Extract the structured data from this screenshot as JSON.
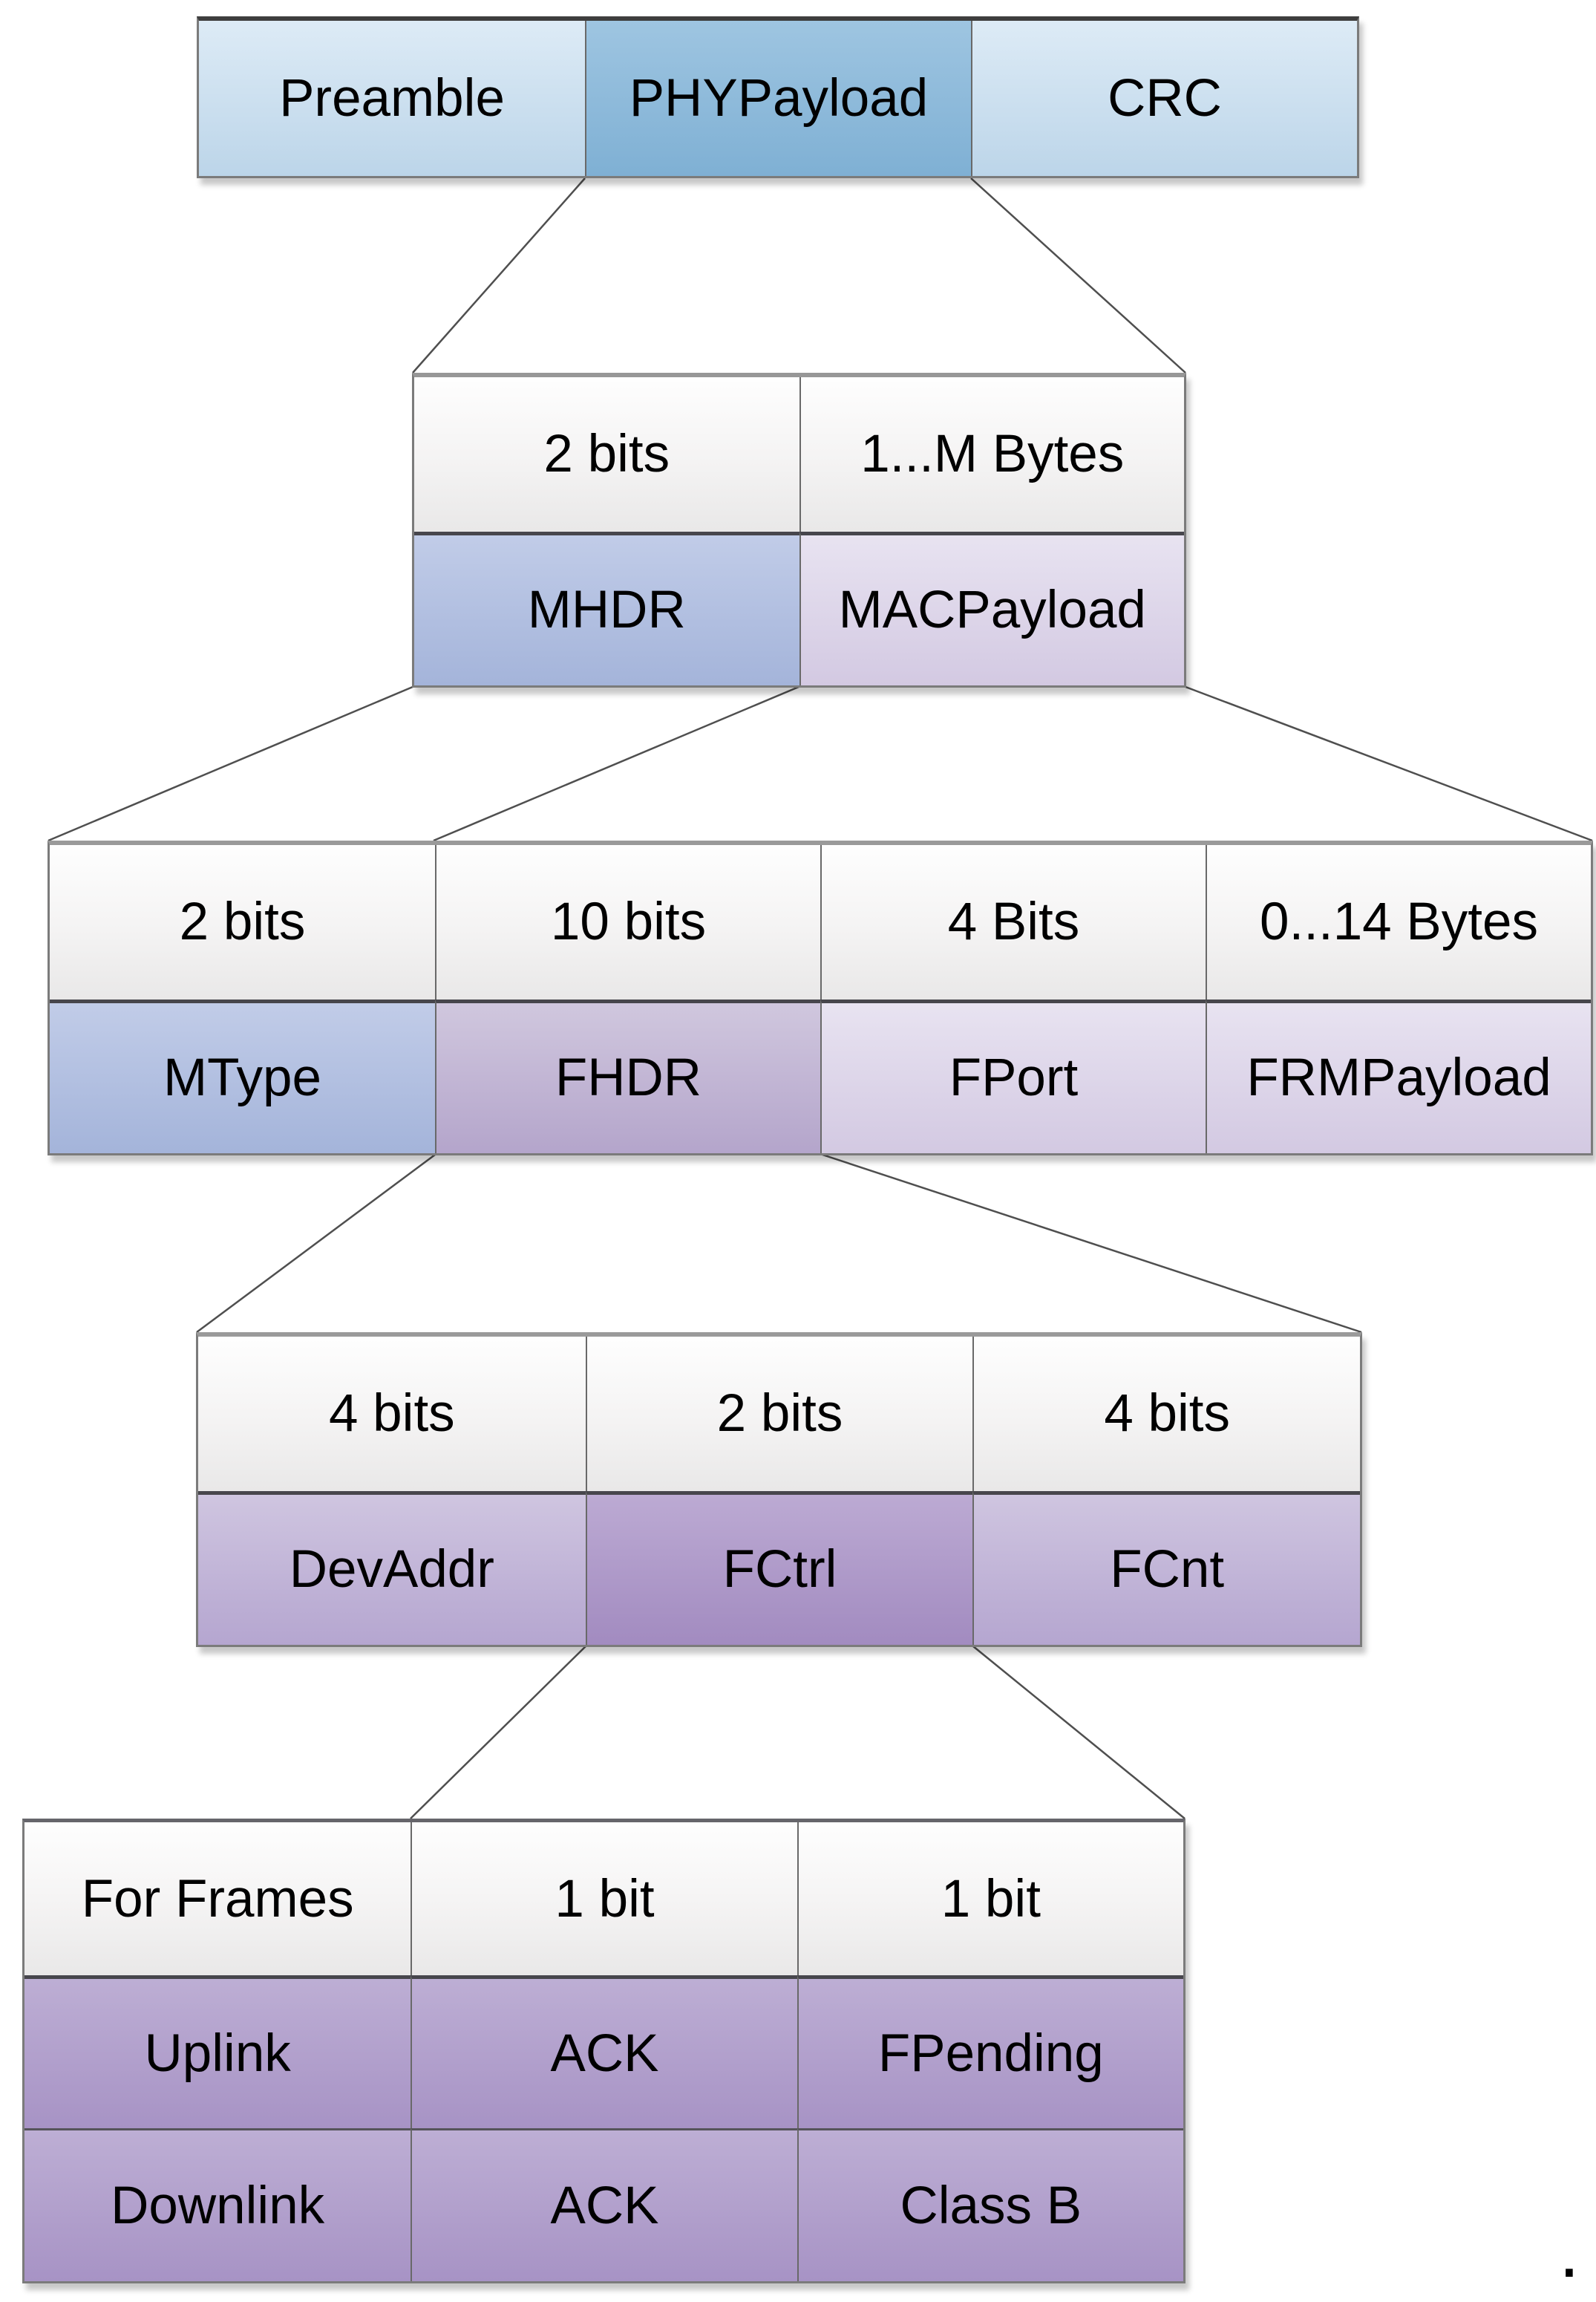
{
  "palette": {
    "light_blue": "#cde0f0",
    "mid_blue": "#8cbadc",
    "header_gray_top": "#fefefe",
    "header_gray_bottom": "#e9e8e8",
    "blue_lavender": "#b3c0e2",
    "pale_lavender": "#ded7e9",
    "mid_lavender": "#c2b5d4",
    "light_purple": "#c2b6d6",
    "dark_purple": "#ad99c8",
    "row_purple": "#b3a3cd",
    "border_gray": "#7b7b7b",
    "divider_dark": "#47464c",
    "connector_gray": "#4f4f4f"
  },
  "blocks": {
    "phy": {
      "cells": [
        "Preamble",
        "PHYPayload",
        "CRC"
      ]
    },
    "mac": {
      "headers": [
        "2 bits",
        "1...M Bytes"
      ],
      "fields": [
        "MHDR",
        "MACPayload"
      ]
    },
    "macpayload": {
      "headers": [
        "2 bits",
        "10 bits",
        "4 Bits",
        "0...14 Bytes"
      ],
      "fields": [
        "MType",
        "FHDR",
        "FPort",
        "FRMPayload"
      ]
    },
    "fhdr": {
      "headers": [
        "4 bits",
        "2 bits",
        "4 bits"
      ],
      "fields": [
        "DevAddr",
        "FCtrl",
        "FCnt"
      ]
    },
    "fctrl": {
      "headers": [
        "For Frames",
        "1 bit",
        "1 bit"
      ],
      "rows": [
        [
          "Uplink",
          "ACK",
          "FPending"
        ],
        [
          "Downlink",
          "ACK",
          "Class B"
        ]
      ]
    }
  },
  "expansions": [
    {
      "parent": "PHYPayload",
      "child": "MHDR | MACPayload"
    },
    {
      "parent": "MHDR",
      "child": "MType"
    },
    {
      "parent": "MACPayload",
      "child": "FHDR | FPort | FRMPayload"
    },
    {
      "parent": "FHDR",
      "child": "DevAddr | FCtrl | FCnt"
    },
    {
      "parent": "FCtrl",
      "child": "ACK | FPending / ACK | Class B"
    }
  ],
  "caption_period": "."
}
